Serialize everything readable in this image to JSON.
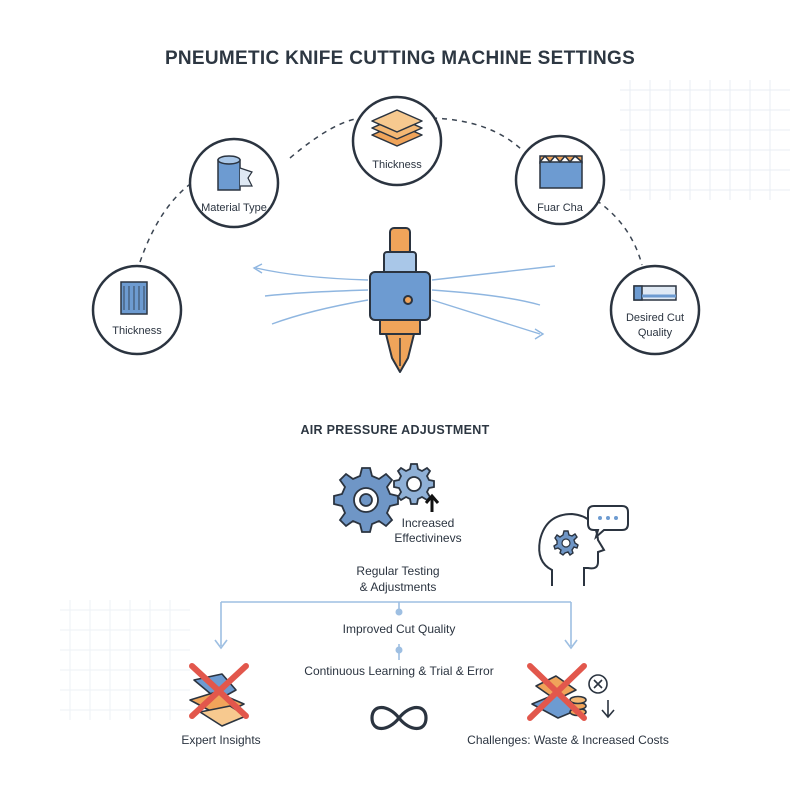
{
  "title": "PNEUMETIC KNIFE CUTTING MACHINE SETTINGS",
  "nodes": {
    "thickness_left": "Thickness",
    "material_type": "Material Type",
    "thickness_top": "Thickness",
    "fuar_cha": "Fuar Cha",
    "desired_cut_quality_1": "Desired Cut",
    "desired_cut_quality_2": "Quality"
  },
  "section_heading": "AIR PRESSURE ADJUSTMENT",
  "flow": {
    "increased_1": "Increased",
    "increased_2": "Effectivinevs",
    "regular_1": "Regular Testing",
    "regular_2": "& Adjustments",
    "improved": "Improved Cut Quality",
    "continuous": "Continuous Learning & Trial & Error",
    "expert": "Expert Insights",
    "challenges": "Challenges: Waste & Increased Costs"
  },
  "colors": {
    "ink": "#2b3440",
    "blue": "#6d9bd1",
    "light_blue": "#a9c7e8",
    "orange": "#f0a45a",
    "red": "#e2574c",
    "gear": "#6f96c6"
  }
}
